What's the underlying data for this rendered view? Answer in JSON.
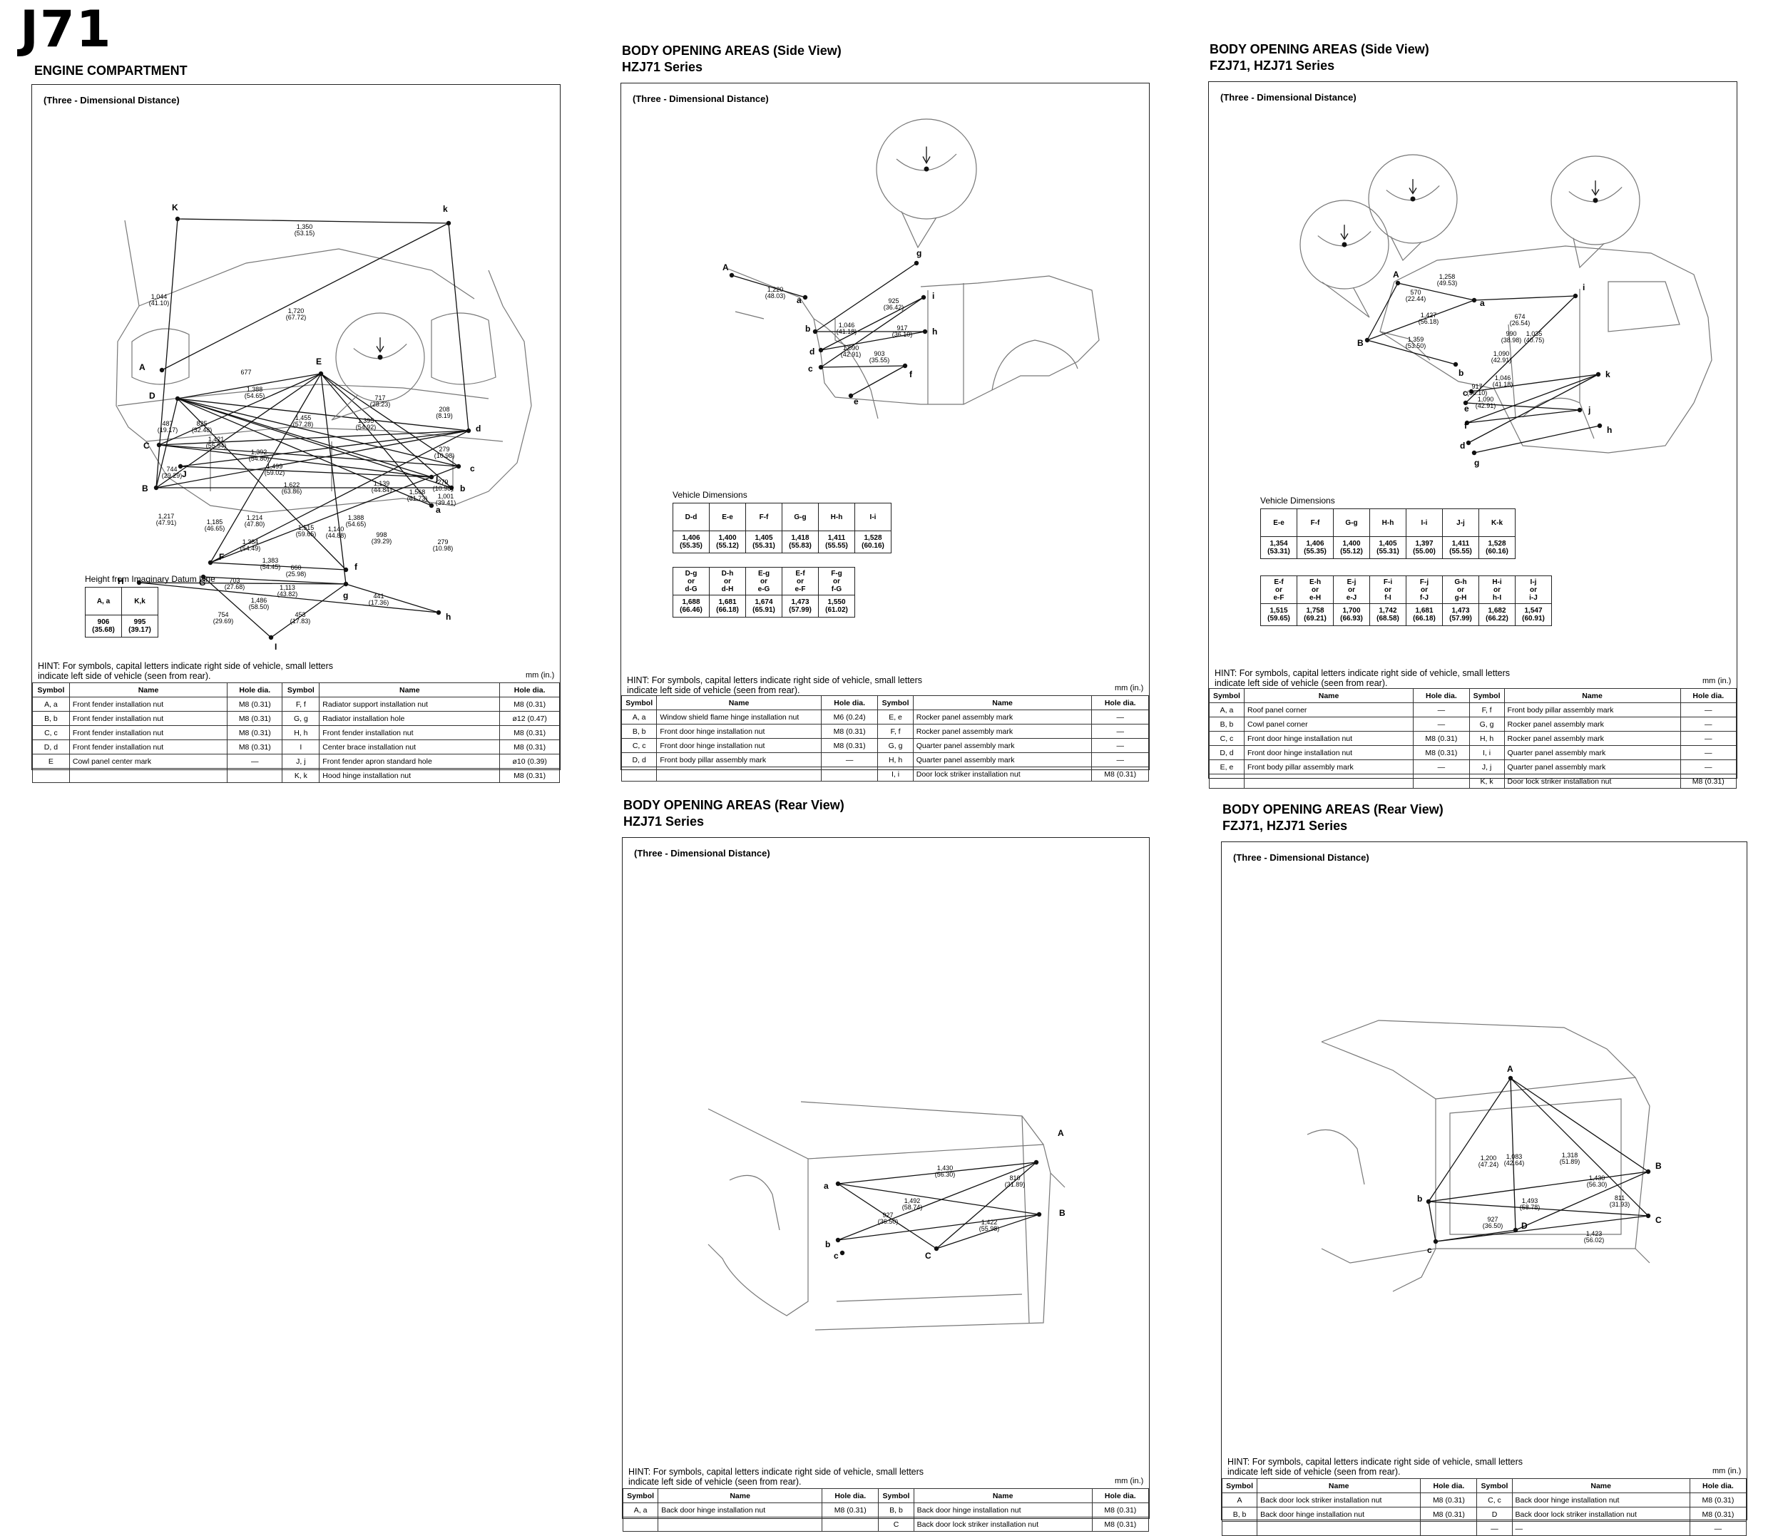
{
  "model_code": "J71",
  "common": {
    "three_dim": "(Three - Dimensional Distance)",
    "hint": "HINT: For symbols, capital letters indicate right side of vehicle, small letters indicate left side of vehicle (seen from rear).",
    "unit": "mm (in.)",
    "col_symbol": "Symbol",
    "col_name": "Name",
    "col_hole": "Hole dia.",
    "vehicle_dimensions": "Vehicle Dimensions"
  },
  "engine": {
    "title": "ENGINE COMPARTMENT",
    "height_caption": "Height from Imaginary Datum Line",
    "height_headers": [
      "A, a",
      "K,k"
    ],
    "height_values": [
      "906\n(35.68)",
      "995\n(39.17)"
    ],
    "rows": [
      [
        "A, a",
        "Front fender installation nut",
        "M8 (0.31)",
        "F, f",
        "Radiator support installation nut",
        "M8 (0.31)"
      ],
      [
        "B, b",
        "Front fender installation nut",
        "M8 (0.31)",
        "G, g",
        "Radiator installation hole",
        "ø12 (0.47)"
      ],
      [
        "C, c",
        "Front fender installation nut",
        "M8 (0.31)",
        "H, h",
        "Front fender installation nut",
        "M8 (0.31)"
      ],
      [
        "D, d",
        "Front fender installation nut",
        "M8 (0.31)",
        "I",
        "Center brace installation nut",
        "M8 (0.31)"
      ],
      [
        "E",
        "Cowl panel center mark",
        "—",
        "J, j",
        "Front fender apron standard hole",
        "ø10 (0.39)"
      ],
      [
        "",
        "",
        "",
        "K, k",
        "Hood hinge installation nut",
        "M8 (0.31)"
      ]
    ],
    "labels": [
      {
        "t": "1,350",
        "s": "(53.15)"
      },
      {
        "t": "1,044",
        "s": "(41.10)"
      },
      {
        "t": "1,720",
        "s": "(67.72)"
      },
      {
        "t": "677",
        "s": ""
      },
      {
        "t": "1,388",
        "s": "(54.65)"
      },
      {
        "t": "717",
        "s": "(28.23)"
      },
      {
        "t": "208",
        "s": "(8.19)"
      },
      {
        "t": "487",
        "s": "(19.17)"
      },
      {
        "t": "825",
        "s": "(32.48)"
      },
      {
        "t": "1,421",
        "s": "(55.94)"
      },
      {
        "t": "1,455",
        "s": "(57.28)"
      },
      {
        "t": "1,395",
        "s": "(54.92)"
      },
      {
        "t": "279",
        "s": "(10.98)"
      },
      {
        "t": "744",
        "s": "(29.29)"
      },
      {
        "t": "1,392",
        "s": "(54.80)"
      },
      {
        "t": "1,499",
        "s": "(59.02)"
      },
      {
        "t": "1,622",
        "s": "(63.86)"
      },
      {
        "t": "1,139",
        "s": "(44.84)"
      },
      {
        "t": "1,568",
        "s": "(61.73)"
      },
      {
        "t": "1,001",
        "s": "(39.41)"
      },
      {
        "t": "279",
        "s": "(10.98)"
      },
      {
        "t": "1,217",
        "s": "(47.91)"
      },
      {
        "t": "1,185",
        "s": "(46.65)"
      },
      {
        "t": "1,214",
        "s": "(47.80)"
      },
      {
        "t": "1,515",
        "s": "(59.65)"
      },
      {
        "t": "1,140",
        "s": "(44.88)"
      },
      {
        "t": "1,388",
        "s": "(54.65)"
      },
      {
        "t": "998",
        "s": "(39.29)"
      },
      {
        "t": "279",
        "s": "(10.98)"
      },
      {
        "t": "1,384",
        "s": "(54.49)"
      },
      {
        "t": "1,383",
        "s": "(54.45)"
      },
      {
        "t": "660",
        "s": "(25.98)"
      },
      {
        "t": "703",
        "s": "(27.68)"
      },
      {
        "t": "1,113",
        "s": "(43.82)"
      },
      {
        "t": "1,486",
        "s": "(58.50)"
      },
      {
        "t": "441",
        "s": "(17.36)"
      },
      {
        "t": "754",
        "s": "(29.69)"
      },
      {
        "t": "453",
        "s": "(17.83)"
      }
    ],
    "symbols": [
      "K",
      "k",
      "A",
      "D",
      "E",
      "d",
      "C",
      "c",
      "B",
      "b",
      "J",
      "j",
      "a",
      "F",
      "f",
      "G",
      "g",
      "H",
      "h",
      "I"
    ]
  },
  "side_hzj": {
    "title": "BODY OPENING AREAS (Side View)",
    "series": "HZJ71 Series",
    "dim1_headers": [
      "D-d",
      "E-e",
      "F-f",
      "G-g",
      "H-h",
      "I-i"
    ],
    "dim1_values": [
      "1,406\n(55.35)",
      "1,400\n(55.12)",
      "1,405\n(55.31)",
      "1,418\n(55.83)",
      "1,411\n(55.55)",
      "1,528\n(60.16)"
    ],
    "dim2_headers": [
      "D-g\nor\nd-G",
      "D-h\nor\nd-H",
      "E-g\nor\ne-G",
      "E-f\nor\ne-F",
      "F-g\nor\nf-G"
    ],
    "dim2_values": [
      "1,688\n(66.46)",
      "1,681\n(66.18)",
      "1,674\n(65.91)",
      "1,473\n(57.99)",
      "1,550\n(61.02)"
    ],
    "rows": [
      [
        "A, a",
        "Window shield flame hinge installation nut",
        "M6 (0.24)",
        "E, e",
        "Rocker panel assembly mark",
        "—"
      ],
      [
        "B, b",
        "Front door hinge installation nut",
        "M8 (0.31)",
        "F, f",
        "Rocker panel assembly mark",
        "—"
      ],
      [
        "C, c",
        "Front door hinge installation nut",
        "M8 (0.31)",
        "G, g",
        "Quarter panel assembly mark",
        "—"
      ],
      [
        "D, d",
        "Front body pillar assembly mark",
        "—",
        "H, h",
        "Quarter panel assembly mark",
        "—"
      ],
      [
        "",
        "",
        "",
        "I, i",
        "Door lock striker installation nut",
        "M8 (0.31)"
      ]
    ],
    "labels": [
      {
        "t": "1,220",
        "s": "(48.03)"
      },
      {
        "t": "925",
        "s": "(36.42)"
      },
      {
        "t": "1,046",
        "s": "(41.18)"
      },
      {
        "t": "917",
        "s": "(36.10)"
      },
      {
        "t": "1,090",
        "s": "(42.91)"
      },
      {
        "t": "903",
        "s": "(35.55)"
      }
    ],
    "symbols": [
      "A",
      "a",
      "b",
      "d",
      "c",
      "e",
      "g",
      "i",
      "h",
      "f"
    ]
  },
  "side_fzj": {
    "title": "BODY OPENING AREAS (Side View)",
    "series": "FZJ71, HZJ71 Series",
    "dim1_headers": [
      "E-e",
      "F-f",
      "G-g",
      "H-h",
      "I-i",
      "J-j",
      "K-k"
    ],
    "dim1_values": [
      "1,354\n(53.31)",
      "1,406\n(55.35)",
      "1,400\n(55.12)",
      "1,405\n(55.31)",
      "1,397\n(55.00)",
      "1,411\n(55.55)",
      "1,528\n(60.16)"
    ],
    "dim2_headers": [
      "E-f\nor\ne-F",
      "E-h\nor\ne-H",
      "E-j\nor\ne-J",
      "F-i\nor\nf-I",
      "F-j\nor\nf-J",
      "G-h\nor\ng-H",
      "H-i\nor\nh-I",
      "I-j\nor\ni-J"
    ],
    "dim2_values": [
      "1,515\n(59.65)",
      "1,758\n(69.21)",
      "1,700\n(66.93)",
      "1,742\n(68.58)",
      "1,681\n(66.18)",
      "1,473\n(57.99)",
      "1,682\n(66.22)",
      "1,547\n(60.91)"
    ],
    "rows": [
      [
        "A, a",
        "Roof panel corner",
        "—",
        "F, f",
        "Front body pillar assembly mark",
        "—"
      ],
      [
        "B, b",
        "Cowl panel corner",
        "—",
        "G, g",
        "Rocker panel assembly mark",
        "—"
      ],
      [
        "C, c",
        "Front door hinge installation nut",
        "M8 (0.31)",
        "H, h",
        "Rocker panel assembly mark",
        "—"
      ],
      [
        "D, d",
        "Front door hinge installation nut",
        "M8 (0.31)",
        "I, i",
        "Quarter panel assembly mark",
        "—"
      ],
      [
        "E, e",
        "Front body pillar assembly mark",
        "—",
        "J, j",
        "Quarter panel assembly mark",
        "—"
      ],
      [
        "",
        "",
        "",
        "K, k",
        "Door lock striker installation nut",
        "M8 (0.31)"
      ]
    ],
    "labels": [
      {
        "t": "1,258",
        "s": "(49.53)"
      },
      {
        "t": "570",
        "s": "(22.44)"
      },
      {
        "t": "1,427",
        "s": "(56.18)"
      },
      {
        "t": "674",
        "s": "(26.54)"
      },
      {
        "t": "990",
        "s": "(38.98)"
      },
      {
        "t": "1,035",
        "s": "(40.75)"
      },
      {
        "t": "1,359",
        "s": "(53.50)"
      },
      {
        "t": "1,090",
        "s": "(42.91)"
      },
      {
        "t": "1,046",
        "s": "(41.18)"
      },
      {
        "t": "917",
        "s": "(36.10)"
      },
      {
        "t": "1,090",
        "s": "(42.91)"
      }
    ],
    "symbols": [
      "A",
      "a",
      "B",
      "b",
      "c",
      "e",
      "f",
      "d",
      "g",
      "h",
      "i",
      "j",
      "k"
    ]
  },
  "rear_hzj": {
    "title": "BODY OPENING AREAS (Rear View)",
    "series": "HZJ71 Series",
    "rows": [
      [
        "A, a",
        "Back door hinge installation nut",
        "M8 (0.31)",
        "B, b",
        "Back door hinge installation nut",
        "M8 (0.31)"
      ],
      [
        "",
        "",
        "",
        "C",
        "Back door lock striker installation nut",
        "M8 (0.31)"
      ]
    ],
    "labels": [
      {
        "t": "1,430",
        "s": "(56.30)"
      },
      {
        "t": "810",
        "s": "(31.89)"
      },
      {
        "t": "1,492",
        "s": "(58.74)"
      },
      {
        "t": "927",
        "s": "(36.50)"
      },
      {
        "t": "1,422",
        "s": "(55.98)"
      }
    ],
    "symbols": [
      "A",
      "a",
      "B",
      "b",
      "c",
      "C"
    ]
  },
  "rear_fzj": {
    "title": "BODY OPENING AREAS (Rear View)",
    "series": "FZJ71, HZJ71 Series",
    "rows": [
      [
        "A",
        "Back door lock striker installation nut",
        "M8 (0.31)",
        "C, c",
        "Back door hinge installation nut",
        "M8 (0.31)"
      ],
      [
        "B, b",
        "Back door hinge installation nut",
        "M8 (0.31)",
        "D",
        "Back door lock striker installation nut",
        "M8 (0.31)"
      ],
      [
        "",
        "",
        "",
        "—",
        "—",
        "—"
      ]
    ],
    "labels": [
      {
        "t": "1,200",
        "s": "(47.24)"
      },
      {
        "t": "1,083",
        "s": "(42.64)"
      },
      {
        "t": "1,318",
        "s": "(51.89)"
      },
      {
        "t": "1,430",
        "s": "(56.30)"
      },
      {
        "t": "1,493",
        "s": "(58.78)"
      },
      {
        "t": "811",
        "s": "(31.93)"
      },
      {
        "t": "927",
        "s": "(36.50)"
      },
      {
        "t": "1,423",
        "s": "(56.02)"
      }
    ],
    "symbols": [
      "A",
      "B",
      "b",
      "C",
      "c",
      "D"
    ]
  }
}
